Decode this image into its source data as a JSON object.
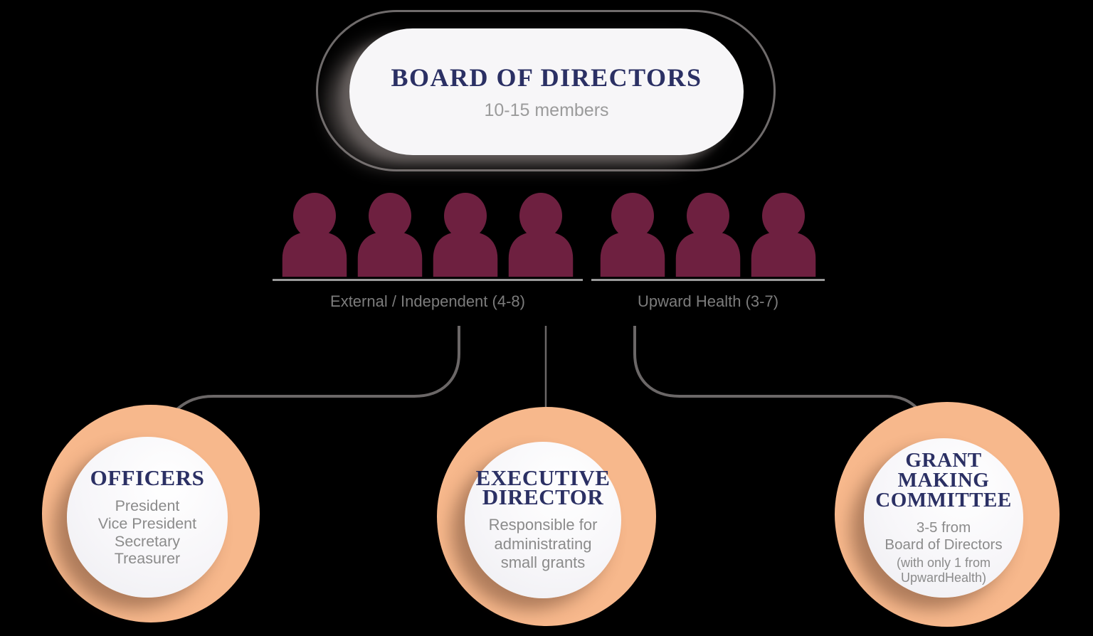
{
  "board": {
    "title": "BOARD OF DIRECTORS",
    "subtitle": "10-15 members"
  },
  "member_groups": [
    {
      "label": "External / Independent (4-8)",
      "people_count": 4
    },
    {
      "label": "Upward Health (3-7)",
      "people_count": 3
    }
  ],
  "circles": [
    {
      "title_lines": [
        "OFFICERS"
      ],
      "body_lines": [
        "President",
        "Vice President",
        "Secretary",
        "Treasurer"
      ],
      "small_lines": []
    },
    {
      "title_lines": [
        "EXECUTIVE",
        "DIRECTOR"
      ],
      "body_lines": [
        "Responsible for",
        "administrating",
        "small grants"
      ],
      "small_lines": []
    },
    {
      "title_lines": [
        "GRANT",
        "MAKING",
        "COMMITTEE"
      ],
      "body_lines": [
        "3-5 from",
        "Board of Directors"
      ],
      "small_lines": [
        "(with only 1 from",
        "UpwardHealth)"
      ]
    }
  ],
  "colors": {
    "navy": "#2b3064",
    "maroon": "#6e2040",
    "peach": "#f7b88c",
    "gray_text": "#8b8b8b",
    "label_gray": "#7c7c7c",
    "subtitle_gray": "#9b9b9b",
    "connector": "#6b6767",
    "pill_bg": "#f7f6f8",
    "outline": "#6f6b6b",
    "baseline": "#9a9a9a"
  }
}
